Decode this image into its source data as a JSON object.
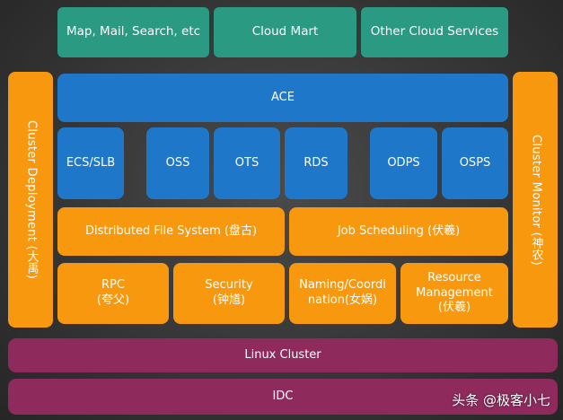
{
  "top_row": {
    "map_mail": "Map, Mail, Search, etc",
    "cloud_mart": "Cloud Mart",
    "other_cloud": "Other Cloud Services"
  },
  "ace": "ACE",
  "services": {
    "ecs_slb": "ECS/SLB",
    "oss": "OSS",
    "ots": "OTS",
    "rds": "RDS",
    "odps": "ODPS",
    "osps": "OSPS"
  },
  "distributed_fs": "Distributed File System (盘古)",
  "job_scheduling": "Job Scheduling (伏羲)",
  "bottom_modules": {
    "rpc": "RPC\n(夸父)",
    "security": "Security\n(钟馗)",
    "naming": "Naming/Coordi\nnation(女娲)",
    "resource": "Resource\nManagement\n(伏羲)"
  },
  "cluster_deployment": "Cluster Deployment (大禹)",
  "cluster_monitor": "Cluster Monitor (神农)",
  "linux_cluster": "Linux Cluster",
  "idc": "IDC",
  "watermark": "头条 @极客小七",
  "colors": {
    "teal": "#2a9a83",
    "blue": "#1f77c9",
    "orange": "#f7980f",
    "purple": "#8e2a5c"
  }
}
